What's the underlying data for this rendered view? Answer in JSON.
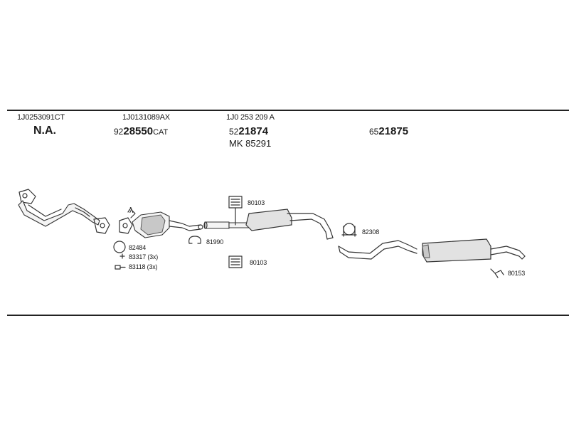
{
  "parts_header": {
    "col1": {
      "ref": "1J0253091CT",
      "main": "N.A."
    },
    "col2": {
      "ref": "1J0131089AX",
      "prefix": "92",
      "number": "28550",
      "suffix": "CAT"
    },
    "col3": {
      "ref": "1J0 253 209 A",
      "prefix": "52",
      "number": "21874",
      "mk": "MK  85291"
    },
    "col4": {
      "prefix": "65",
      "number": "21875"
    }
  },
  "callouts": {
    "clamp_top": "80103",
    "clamp_bottom": "80103",
    "gasket": "81990",
    "clamp_82308": "82308",
    "hanger": "80153",
    "ring": "82484",
    "bolt": "83317 (3x)",
    "nut": "83118 (3x)",
    "lambda": "λ"
  }
}
